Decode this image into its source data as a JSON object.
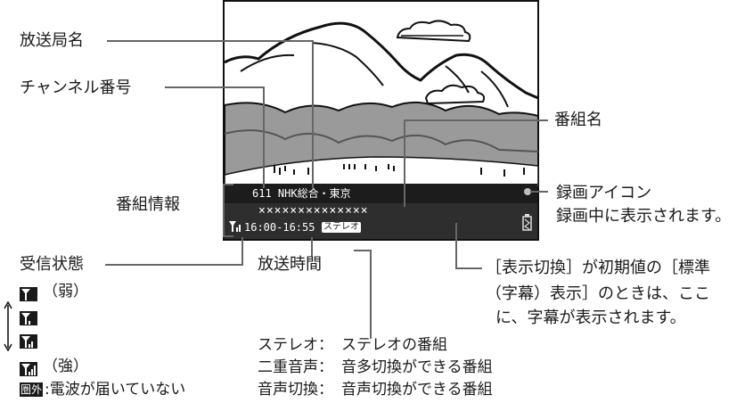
{
  "labels": {
    "station_name": "放送局名",
    "channel_number": "チャンネル番号",
    "program_info": "番組情報",
    "program_name": "番組名",
    "rec_icon_title": "録画アイコン",
    "rec_icon_desc": "録画中に表示されます。",
    "reception": "受信状態",
    "broadcast_time": "放送時間",
    "subtitle_note_1": "［表示切換］が初期値の［標準",
    "subtitle_note_2": "（字幕）表示］のときは、ここ",
    "subtitle_note_3": "に、字幕が表示されます。"
  },
  "reception_legend": {
    "weak": "（弱）",
    "strong": "（強）",
    "out_of_range_badge": "圏外",
    "out_of_range_text": ":電波が届いていない"
  },
  "audio_legend": [
    {
      "term": "ステレオ：",
      "desc": "ステレオの番組"
    },
    {
      "term": "二重音声：",
      "desc": "音多切換ができる番組"
    },
    {
      "term": "音声切換：",
      "desc": "音声切換ができる番組"
    }
  ],
  "screen": {
    "channel_line": "611 NHK総合・東京",
    "program_line": "××××××××××××××",
    "time_line": "16:00-16:55",
    "stereo_badge": "ステレオ"
  }
}
